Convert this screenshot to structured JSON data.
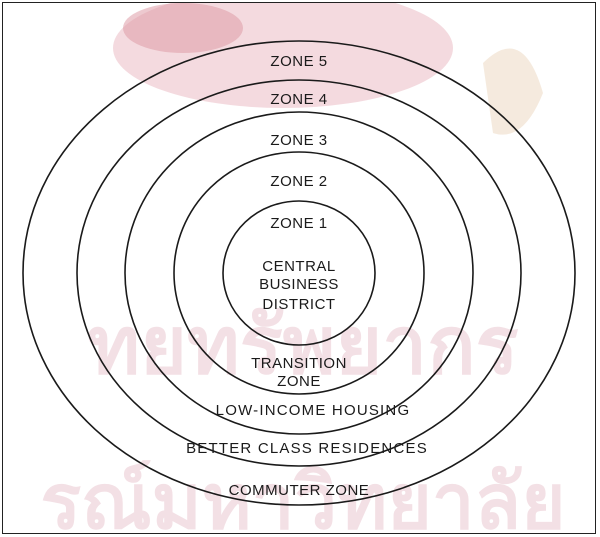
{
  "diagram": {
    "zones": [
      "ZONE 5",
      "ZONE 4",
      "ZONE 3",
      "ZONE 2",
      "ZONE 1"
    ],
    "center": [
      "CENTRAL",
      "BUSINESS",
      "DISTRICT"
    ],
    "transition": [
      "TRANSITION",
      "ZONE"
    ],
    "low_income": "LOW-INCOME HOUSING",
    "better_class": "BETTER CLASS RESIDENCES",
    "commuter": "COMMUTER ZONE"
  },
  "watermark": {
    "line1": "ทยทรัพยากร",
    "line2": "รณ์มหาวิทยาลัย",
    "color": "#f2dde2",
    "logo_color": "#d98a95"
  }
}
